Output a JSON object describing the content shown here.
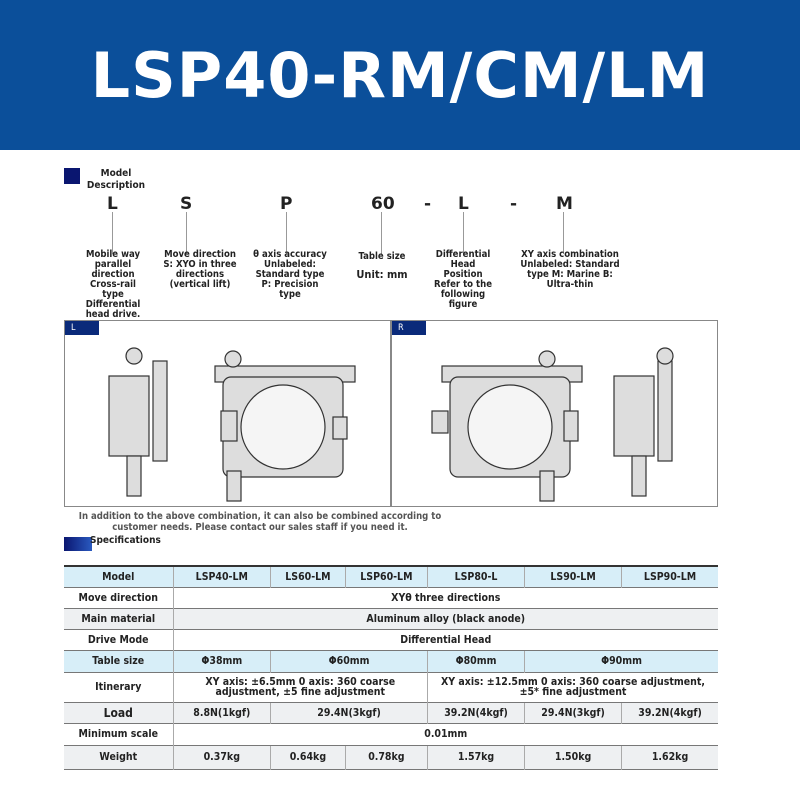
{
  "banner": {
    "title": "LSP40-RM/CM/LM"
  },
  "model_description": {
    "title": "Model Description",
    "codes": [
      "L",
      "S",
      "P",
      "60",
      "-",
      "L",
      "-",
      "M"
    ],
    "labels": [
      {
        "title": "Mobile way",
        "text": "parallel direction Cross-rail type Differential head drive."
      },
      {
        "title": "Move direction",
        "text": "S: XYO in three directions (vertical lift)"
      },
      {
        "title": "θ axis accuracy",
        "text": "Unlabeled: Standard type P: Precision type"
      },
      {
        "title": "Table size",
        "text": "Unit: mm"
      },
      {
        "title": "Differential Head Position",
        "text": "Refer to the following figure"
      },
      {
        "title": "XY axis combination",
        "text": "Unlabeled: Standard type M: Marine B: Ultra-thin"
      }
    ]
  },
  "figures": {
    "left_tag": "L",
    "right_tag": "R"
  },
  "note": "In addition to the above combination, it can also be combined according to customer needs. Please contact our sales staff if you need it.",
  "specifications": {
    "title": "Specifications",
    "header": [
      "Model",
      "LSP40-LM",
      "LS60-LM",
      "LSP60-LM",
      "LSP80-L",
      "LS90-LM",
      "LSP90-LM"
    ],
    "move_direction": {
      "label": "Move direction",
      "value": "XYθ three directions"
    },
    "main_material": {
      "label": "Main material",
      "value": "Aluminum alloy (black anode)"
    },
    "drive_mode": {
      "label": "Drive Mode",
      "value": "Differential Head"
    },
    "table_size": {
      "label": "Table size",
      "values": [
        "Φ38mm",
        "Φ60mm",
        "Φ80mm",
        "Φ90mm"
      ]
    },
    "itinerary": {
      "label": "Itinerary",
      "values": [
        "XY axis: ±6.5mm 0 axis: 360 coarse adjustment, ±5 fine adjustment",
        "XY axis: ±12.5mm 0 axis: 360 coarse adjustment, ±5* fine adjustment"
      ]
    },
    "load": {
      "label": "Load",
      "values": [
        "8.8N(1kgf)",
        "29.4N(3kgf)",
        "39.2N(4kgf)",
        "29.4N(3kgf)",
        "39.2N(4kgf)"
      ]
    },
    "minimum_scale": {
      "label": "Minimum scale",
      "value": "0.01mm"
    },
    "weight": {
      "label": "Weight",
      "values": [
        "0.37kg",
        "0.64kg",
        "0.78kg",
        "1.57kg",
        "1.50kg",
        "1.62kg"
      ]
    }
  },
  "colors": {
    "banner": "#0b4f9a",
    "header_row": "#d7eef8",
    "accent": "#0a1670"
  }
}
